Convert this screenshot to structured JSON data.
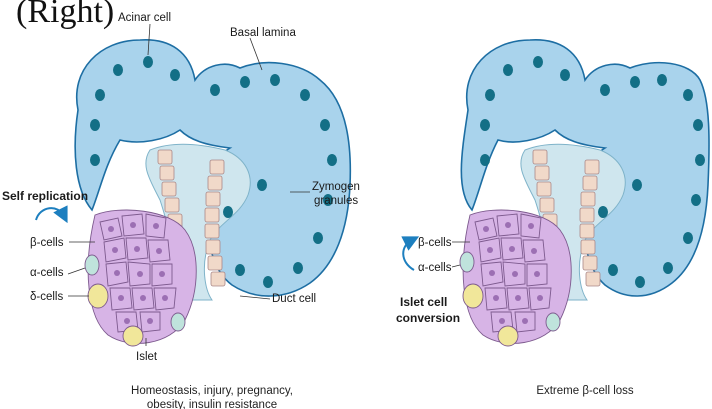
{
  "top_heading": "(Right)",
  "colors": {
    "acinar_fill": "#a9d3ec",
    "acinar_stroke": "#1d6ea3",
    "nucleus": "#136f86",
    "islet_beta": "#d7b4e6",
    "islet_alpha": "#bfe3dc",
    "islet_delta": "#f1e79a",
    "duct_fill": "#f1d9c9",
    "lumen": "#cfe6ee"
  },
  "left_panel": {
    "labels": {
      "acinar_cell": "Acinar cell",
      "basal_lamina": "Basal lamina",
      "zymogen_granules_line1": "Zymogen",
      "zymogen_granules_line2": "granules",
      "self_replication": "Self replication",
      "beta_cells": "β-cells",
      "alpha_cells": "α-cells",
      "delta_cells": "δ-cells",
      "duct_cell": "Duct cell",
      "islet": "Islet"
    },
    "caption_line1": "Homeostasis, injury, pregnancy,",
    "caption_line2": "obesity, insulin resistance"
  },
  "right_panel": {
    "labels": {
      "beta_cells": "β-cells",
      "alpha_cells": "α-cells",
      "islet_cell_conversion_line1": "Islet cell",
      "islet_cell_conversion_line2": "conversion"
    },
    "caption": "Extreme β-cell loss"
  }
}
